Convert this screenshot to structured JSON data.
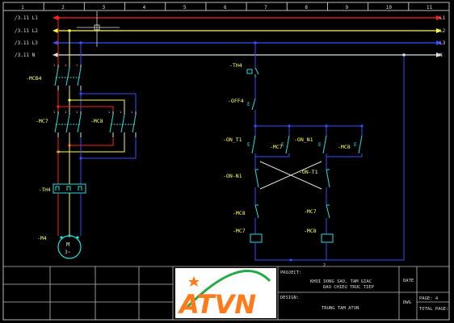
{
  "colors": {
    "background": "#000000",
    "frame": "#ffffff",
    "l1": "#ff2020",
    "l2": "#ffff30",
    "l3": "#3050ff",
    "neutral": "#e0e0e0",
    "control": "#20e0e0",
    "label": "#ffff66",
    "power_blue": "#3050ff",
    "logo_orange": "#ff7a1a",
    "logo_green": "#22aa44"
  },
  "columns": [
    "1",
    "2",
    "3",
    "4",
    "5",
    "6",
    "7",
    "8",
    "9",
    "10",
    "11"
  ],
  "bus_left": [
    "/3.11 L1",
    "/3.11 L2",
    "/3.11 L3",
    "/3.11 N"
  ],
  "bus_right": [
    "L1",
    "L2",
    "L3",
    "N"
  ],
  "power": {
    "mcb_label": "-MCB4",
    "mc7_label": "-MC7",
    "mc8_label": "-MC8",
    "th_label": "-TH4",
    "motor_tag": "-M4",
    "motor_m": "M",
    "motor_phase": "3~"
  },
  "control": {
    "th4": "-TH4",
    "off4": "-OFF4",
    "on_t1": "-ON_T1",
    "on_n1_contact": "-ON_N1",
    "mc7_aux": "-MC7",
    "mc8_aux": "-MC8",
    "on_n1": "-ON-N1",
    "on_t1_b": "-ON-T1",
    "mc8_il": "-MC8",
    "mc7_il": "-MC7",
    "mc7_coil": "-MC7",
    "mc8_coil": "-MC8"
  },
  "title_block": {
    "project_label": "PROJECT:",
    "project_line1": "KHOI DONG SAO, TAM GIAC",
    "project_line2": "DAO CHIEU TRUC TIEP",
    "date_label": "DATE",
    "design_label": "DESIGN:",
    "design_value": "TRUNG TAM ATVN",
    "dwg_label": "DWG",
    "page_label": "PAGE: 4",
    "total_label": "TOTAL PAGE:",
    "logo_text": "ATVN"
  }
}
